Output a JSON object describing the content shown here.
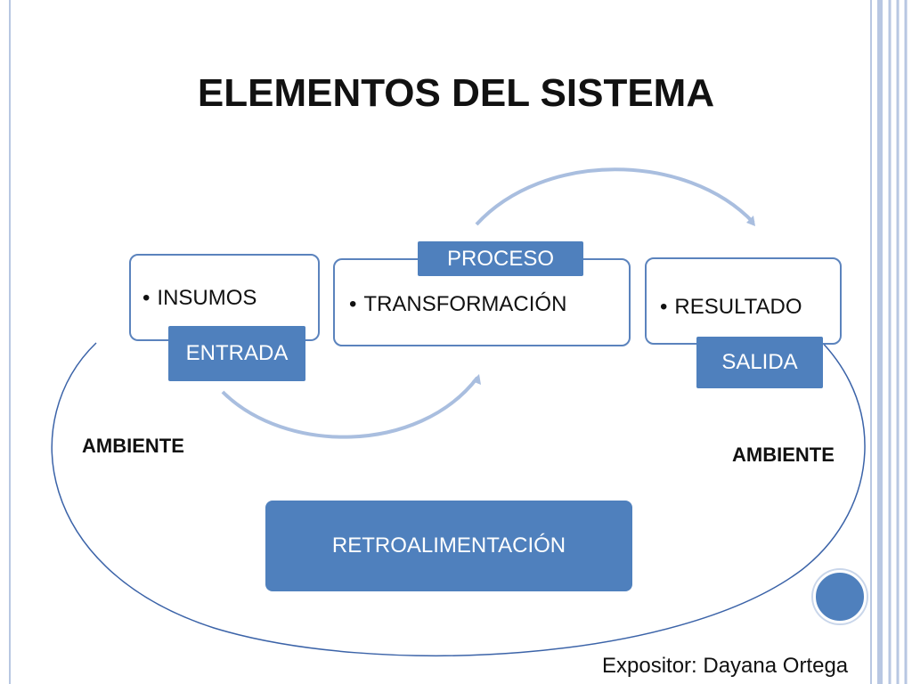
{
  "slide": {
    "title": "ELEMENTOS DEL SISTEMA",
    "presenter": "Expositor: Dayana Ortega"
  },
  "diagram": {
    "stages": [
      {
        "bullet": "INSUMOS",
        "label": "ENTRADA"
      },
      {
        "bullet": "TRANSFORMACIÓN",
        "label": "PROCESO"
      },
      {
        "bullet": "RESULTADO",
        "label": "SALIDA"
      }
    ],
    "environment_left": "AMBIENTE",
    "environment_right": "AMBIENTE",
    "feedback": "RETROALIMENTACIÓN"
  },
  "colors": {
    "accent": "#4f80bd",
    "box_border": "#5b83bd",
    "arrow": "#a9bedf",
    "ellipse": "#3b63a8",
    "frame": "#b8c7e2"
  }
}
